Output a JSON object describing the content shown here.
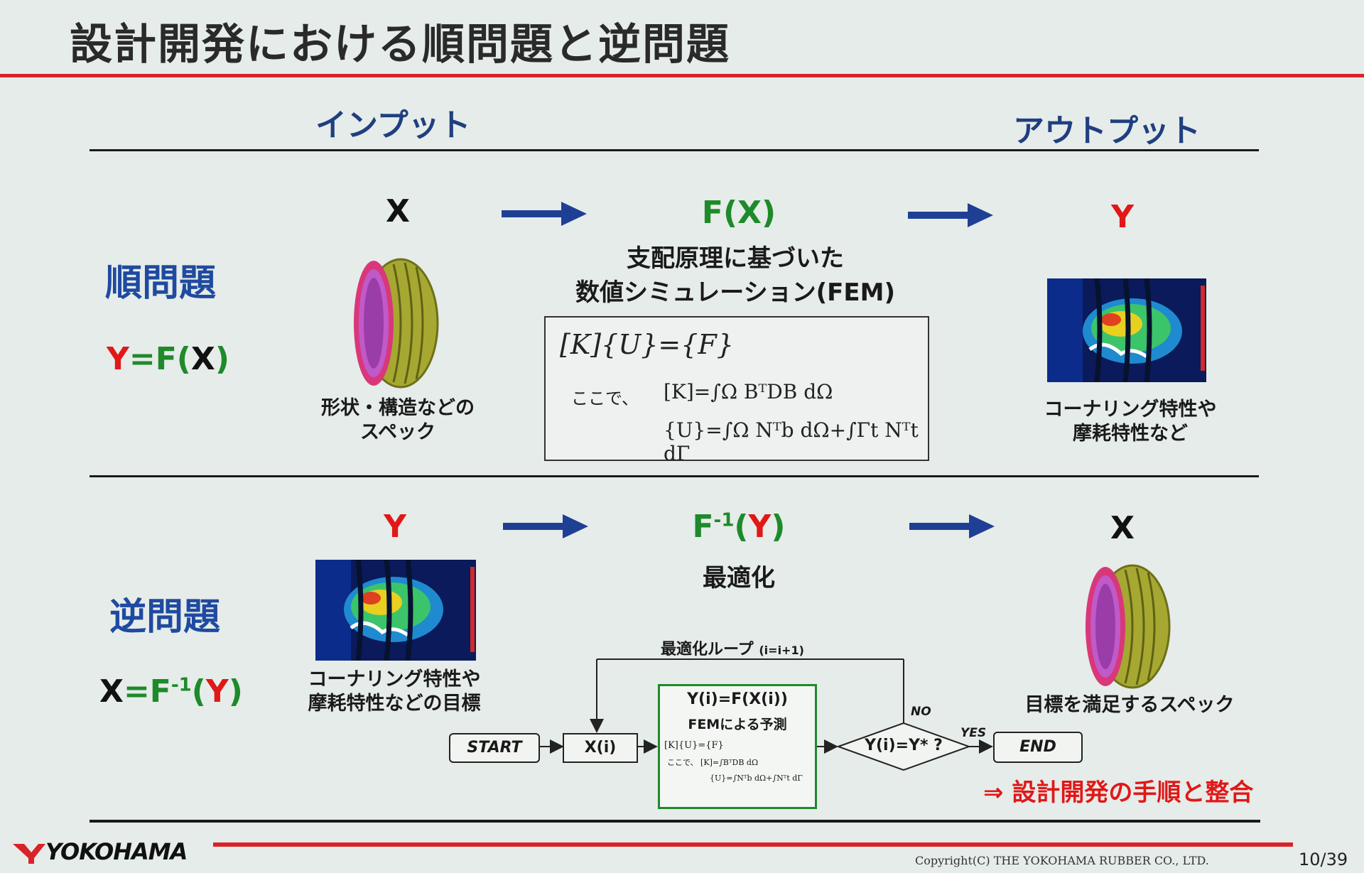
{
  "title": "設計開発における順問題と逆問題",
  "columns": {
    "input": "インプット",
    "output": "アウトプット"
  },
  "forward": {
    "label": "順問題",
    "eq_y": "Y",
    "eq_mid": "=F(",
    "eq_x": "X",
    "eq_end": ")",
    "input_var": "X",
    "func_var": "F(X)",
    "output_var": "Y",
    "mid_line1": "支配原理に基づいた",
    "mid_line2": "数値シミュレーション(FEM)",
    "input_caption_1": "形状・構造などの",
    "input_caption_2": "スペック",
    "output_caption_1": "コーナリング特性や",
    "output_caption_2": "摩耗特性など",
    "formula": {
      "line1": "[K]{U}={F}",
      "where": "ここで、",
      "line2": "[K]=∫Ω BᵀDB dΩ",
      "line3": "{U}=∫Ω Nᵀb dΩ+∫Γt Nᵀt dΓ"
    }
  },
  "inverse": {
    "label": "逆問題",
    "eq_x": "X",
    "eq_mid": "=F",
    "eq_sup": "-1",
    "eq_open": "(",
    "eq_y": "Y",
    "eq_end": ")",
    "input_var": "Y",
    "func_f": "F",
    "func_sup": "-1",
    "func_open": "(",
    "func_y": "Y",
    "func_close": ")",
    "output_var": "X",
    "mid_title": "最適化",
    "input_caption_1": "コーナリング特性や",
    "input_caption_2": "摩耗特性などの目標",
    "output_caption": "目標を満足するスペック"
  },
  "flow": {
    "loop_label": "最適化ループ",
    "loop_counter": "(i=i+1)",
    "start": "START",
    "xi": "X(i)",
    "fem_title": "Y(i)=F(X(i))",
    "fem_sub": "FEMによる予測",
    "fem_f1": "[K]{U}={F}",
    "fem_f2": "ここで、 [K]=∫BᵀDB dΩ",
    "fem_f3": "{U}=∫Nᵀb dΩ+∫Nᵀt dΓ",
    "decision": "Y(i)=Y* ?",
    "no": "NO",
    "yes": "YES",
    "end": "END"
  },
  "conclusion": "⇒ 設計開発の手順と整合",
  "footer": {
    "logo": "YOKOHAMA",
    "copyright": "Copyright(C) THE YOKOHAMA RUBBER CO., LTD.",
    "page": "10/39"
  }
}
